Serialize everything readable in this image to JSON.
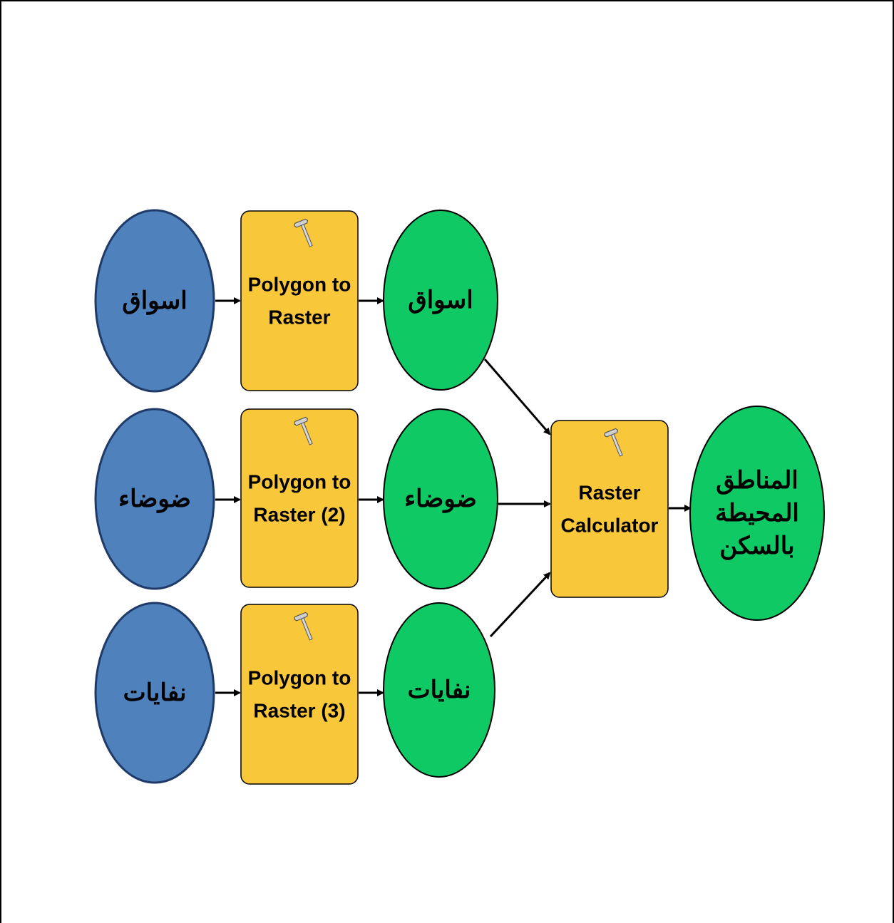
{
  "colors": {
    "input_fill": "#4f81bd",
    "input_stroke": "#1f3a66",
    "tool_fill": "#f9c73a",
    "tool_stroke": "#000000",
    "output_fill": "#0fc964",
    "output_stroke": "#000000",
    "arrow": "#000000"
  },
  "nodes": {
    "input1": {
      "label": "اسواق",
      "kind": "input"
    },
    "input2": {
      "label": "ضوضاء",
      "kind": "input"
    },
    "input3": {
      "label": "نفايات",
      "kind": "input"
    },
    "tool1": {
      "lines": [
        "Polygon to",
        "Raster"
      ],
      "kind": "tool",
      "icon": "hammer-icon"
    },
    "tool2": {
      "lines": [
        "Polygon to",
        "Raster (2)"
      ],
      "kind": "tool",
      "icon": "hammer-icon"
    },
    "tool3": {
      "lines": [
        "Polygon to",
        "Raster (3)"
      ],
      "kind": "tool",
      "icon": "hammer-icon"
    },
    "out1": {
      "label": "اسواق",
      "kind": "output"
    },
    "out2": {
      "label": "ضوضاء",
      "kind": "output"
    },
    "out3": {
      "label": "نفايات",
      "kind": "output"
    },
    "calc": {
      "lines": [
        "Raster",
        "Calculator"
      ],
      "kind": "tool",
      "icon": "hammer-icon"
    },
    "final": {
      "lines": [
        "المناطق",
        "المحيطة",
        "بالسكن"
      ],
      "kind": "output"
    }
  },
  "edges": [
    [
      "input1",
      "tool1"
    ],
    [
      "tool1",
      "out1"
    ],
    [
      "input2",
      "tool2"
    ],
    [
      "tool2",
      "out2"
    ],
    [
      "input3",
      "tool3"
    ],
    [
      "tool3",
      "out3"
    ],
    [
      "out1",
      "calc"
    ],
    [
      "out2",
      "calc"
    ],
    [
      "out3",
      "calc"
    ],
    [
      "calc",
      "final"
    ]
  ]
}
